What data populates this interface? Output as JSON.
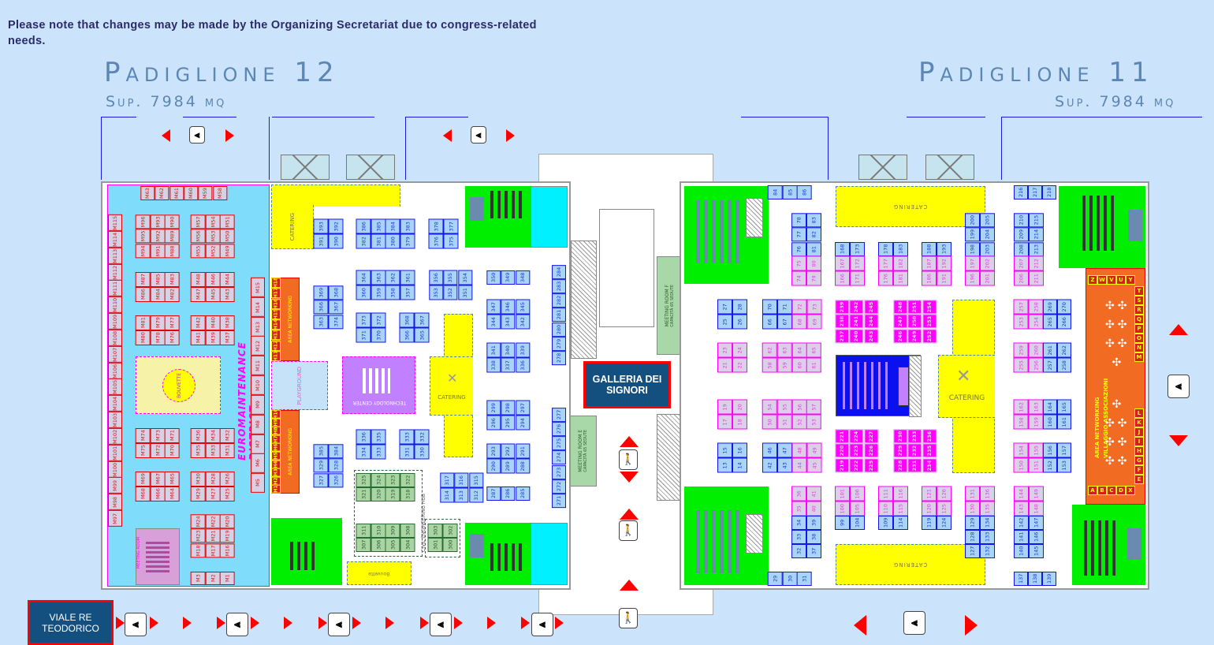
{
  "notice": "Please note that changes may be made by the Organizing Secretariat due to congress-related needs.",
  "hall12": {
    "title": "Padiglione 12",
    "area": "Sup. 7984 mq",
    "labels": {
      "district": "EUROMAINTENANCE DISTRICT",
      "catering": "CATERING",
      "catering2": "CATERING",
      "networking_top": "AREA NETWORKING",
      "networking_bottom": "AREA NETWORKING",
      "playground": "PLAYGROUND",
      "technology_center": "TECHNOLOGY CENTER",
      "civil_hub": "CIVIL ENGINEERING HUB",
      "bouvette": "Bouvette",
      "bouvette_lounge": "BOUVETTE",
      "meeting_room": "MEETING ROOM"
    },
    "blocks": {
      "e_top": [
        [
          "M63",
          "M62",
          "M61",
          "M60",
          "M59",
          "M58"
        ]
      ],
      "e_left": [
        [
          "M115"
        ],
        [
          "M114"
        ],
        [
          "M113"
        ],
        [
          "M112"
        ],
        [
          "M111"
        ],
        [
          "M110"
        ],
        [
          "M109"
        ],
        [
          "M108"
        ],
        [
          "M107"
        ],
        [
          "M106"
        ],
        [
          "M105"
        ],
        [
          "M104"
        ],
        [
          "M103"
        ],
        [
          "M102"
        ],
        [
          "M101"
        ],
        [
          "M100"
        ],
        [
          "M99"
        ],
        [
          "M98"
        ],
        [
          "M97"
        ]
      ],
      "e_b1": [
        [
          "M96",
          "M93",
          "M90"
        ],
        [
          "M95",
          "M92",
          "M89"
        ],
        [
          "M94",
          "M91",
          "M88"
        ]
      ],
      "e_b2": [
        [
          "M57",
          "M54",
          "M51"
        ],
        [
          "M56",
          "M53",
          "M50"
        ],
        [
          "M55",
          "M52",
          "M49"
        ]
      ],
      "e_b3": [
        [
          "M87",
          "M85",
          "M83"
        ],
        [
          "M86",
          "M84",
          "M82"
        ]
      ],
      "e_b4": [
        [
          "M48",
          "M46",
          "M44"
        ],
        [
          "M47",
          "M45",
          "M43"
        ]
      ],
      "e_b5": [
        [
          "M81",
          "M79",
          "M77"
        ],
        [
          "M80",
          "M78",
          "M76"
        ]
      ],
      "e_b6": [
        [
          "M42",
          "M40",
          "M38"
        ],
        [
          "M41",
          "M39",
          "M37"
        ]
      ],
      "e_b7": [
        [
          "M74",
          "M73",
          "M71"
        ],
        [
          "M75",
          "M72",
          "M70"
        ]
      ],
      "e_b8": [
        [
          "M36",
          "M34",
          "M32"
        ],
        [
          "M35",
          "M33",
          "M31"
        ]
      ],
      "e_b9": [
        [
          "M69",
          "M67",
          "M65"
        ],
        [
          "M68",
          "M66",
          "M64"
        ]
      ],
      "e_b10": [
        [
          "M30",
          "M28",
          "M26"
        ],
        [
          "M29",
          "M27",
          "M25"
        ]
      ],
      "e_b11": [
        [
          "M24",
          "M22",
          "M20"
        ],
        [
          "M23",
          "M21",
          "M19"
        ],
        [
          "M18",
          "M17",
          "M16"
        ]
      ],
      "e_bot": [
        [
          "M3",
          "M2",
          "M1"
        ]
      ],
      "e_right": [
        [
          "M15"
        ],
        [
          "M14"
        ],
        [
          "M13"
        ],
        [
          "M12"
        ],
        [
          "M11"
        ],
        [
          "M10"
        ],
        [
          "M9"
        ],
        [
          "M8"
        ],
        [
          "M7"
        ],
        [
          "M6"
        ],
        [
          "M5"
        ]
      ],
      "net_top": [
        [
          "H18"
        ],
        [
          "H17"
        ],
        [
          "H16"
        ],
        [
          "H15"
        ],
        [
          "H14"
        ],
        [
          "H13"
        ],
        [
          "H12"
        ],
        [
          "H11"
        ]
      ],
      "net_bot": [
        [
          "H10"
        ],
        [
          "H9"
        ],
        [
          "H8"
        ],
        [
          "H7"
        ],
        [
          "H6"
        ],
        [
          "H5"
        ],
        [
          "H4"
        ],
        [
          "H3"
        ],
        [
          "H2"
        ],
        [
          "H1"
        ]
      ],
      "b393": [
        [
          "393",
          "392"
        ],
        [
          "391",
          "390"
        ]
      ],
      "b389": [
        [
          "386",
          "385",
          "384",
          "383"
        ],
        [
          "382",
          "381",
          "380",
          "379"
        ]
      ],
      "b378": [
        [
          "378",
          "377"
        ],
        [
          "376",
          "375"
        ]
      ],
      "b369": [
        [
          "369",
          "368"
        ],
        [
          "366",
          "367"
        ],
        [
          "363",
          "374"
        ]
      ],
      "b364": [
        [
          "364",
          "363",
          "362",
          "361"
        ],
        [
          "360",
          "359",
          "358",
          "357"
        ]
      ],
      "b356": [
        [
          "356",
          "355",
          "354"
        ],
        [
          "353",
          "352",
          "351"
        ]
      ],
      "b373": [
        [
          "373",
          "372"
        ],
        [
          "371",
          "370"
        ]
      ],
      "b368": [
        [
          "368",
          "367"
        ],
        [
          "366",
          "365"
        ]
      ],
      "b350": [
        [
          "350",
          "349",
          "348"
        ]
      ],
      "b347": [
        [
          "347",
          "346",
          "345"
        ],
        [
          "344",
          "343",
          "342"
        ]
      ],
      "b341": [
        [
          "341",
          "340",
          "339"
        ],
        [
          "338",
          "337",
          "336"
        ]
      ],
      "b299": [
        [
          "299",
          "298",
          "297"
        ],
        [
          "296",
          "295",
          "294"
        ]
      ],
      "b293": [
        [
          "293",
          "292",
          "291"
        ],
        [
          "290",
          "289",
          "288"
        ]
      ],
      "b287": [
        [
          "287",
          "286",
          "285"
        ]
      ],
      "c284": [
        [
          "284"
        ],
        [
          "283"
        ],
        [
          "282"
        ],
        [
          "281"
        ],
        [
          "280"
        ],
        [
          "279"
        ],
        [
          "278"
        ]
      ],
      "c277": [
        [
          "277"
        ],
        [
          "276"
        ],
        [
          "275"
        ],
        [
          "274"
        ],
        [
          "273"
        ],
        [
          "272"
        ],
        [
          "271"
        ]
      ],
      "b385": [
        [
          "385",
          "384"
        ],
        [
          "329",
          "328"
        ],
        [
          "327",
          "326"
        ]
      ],
      "b336": [
        [
          "336",
          "335"
        ],
        [
          "334",
          "333"
        ]
      ],
      "b333": [
        [
          "333",
          "332"
        ],
        [
          "331",
          "330"
        ]
      ],
      "b317": [
        [
          "317",
          "316",
          "315"
        ],
        [
          "314",
          "313",
          "312"
        ]
      ],
      "civ1": [
        [
          "325",
          "324",
          "323",
          "322"
        ],
        [
          "321",
          "320",
          "319",
          "318"
        ]
      ],
      "civ2": [
        [
          "311",
          "310",
          "309",
          "308"
        ],
        [
          "307",
          "306",
          "305",
          "304"
        ]
      ],
      "civ3": [
        [
          "303",
          "302"
        ],
        [
          "301",
          "300"
        ]
      ]
    }
  },
  "gallery": {
    "name": "GALLERIA DEI SIGNORI",
    "meeting_f": "MEETING ROOM F",
    "meeting_f_capacity": "CAPACITÀ 65 SEDUTE",
    "meeting_e": "MEETING ROOM E",
    "meeting_e_capacity": "CAPACITÀ 65 SEDUTE"
  },
  "hall11": {
    "title": "Padiglione 11",
    "area": "Sup. 7984 mq",
    "labels": {
      "catering_top": "CATERING",
      "catering_mid": "CATERING",
      "catering_bottom": "CATERING",
      "networking": "AREA NETWORKING",
      "village": "VILLAGGIO ASSOCIAZIONI"
    },
    "blocks": {
      "b84": [
        [
          "84",
          "85",
          "86"
        ]
      ],
      "b78": [
        [
          "78",
          "83"
        ],
        [
          "77",
          "82"
        ],
        [
          "76",
          "81"
        ]
      ],
      "p75": [
        [
          "75",
          "80"
        ],
        [
          "74",
          "79"
        ]
      ],
      "b168": [
        [
          "168",
          "173"
        ]
      ],
      "p167": [
        [
          "167",
          "172"
        ],
        [
          "166",
          "171"
        ]
      ],
      "b178": [
        [
          "178",
          "183"
        ]
      ],
      "p177": [
        [
          "177",
          "182"
        ],
        [
          "176",
          "181"
        ]
      ],
      "b188": [
        [
          "188",
          "193"
        ]
      ],
      "p187": [
        [
          "187",
          "192"
        ],
        [
          "186",
          "191"
        ]
      ],
      "b200": [
        [
          "200",
          "205"
        ],
        [
          "199",
          "204"
        ],
        [
          "198",
          "203"
        ]
      ],
      "p197": [
        [
          "197",
          "202"
        ],
        [
          "196",
          "201"
        ]
      ],
      "b216": [
        [
          "216",
          "217",
          "218"
        ]
      ],
      "b210": [
        [
          "210",
          "215"
        ],
        [
          "209",
          "214"
        ],
        [
          "208",
          "213"
        ]
      ],
      "p207": [
        [
          "207",
          "212"
        ],
        [
          "206",
          "211"
        ]
      ],
      "b27": [
        [
          "27",
          "28"
        ],
        [
          "25",
          "26"
        ]
      ],
      "b70": [
        [
          "70",
          "71"
        ],
        [
          "66",
          "67"
        ]
      ],
      "p72": [
        [
          "72",
          "73"
        ],
        [
          "68",
          "69"
        ]
      ],
      "m239": [
        [
          "239",
          "242",
          "245"
        ],
        [
          "238",
          "241",
          "244"
        ],
        [
          "237",
          "240",
          "243"
        ]
      ],
      "m248": [
        [
          "248",
          "251",
          "254"
        ],
        [
          "247",
          "250",
          "253"
        ],
        [
          "246",
          "249",
          "252"
        ]
      ],
      "p23": [
        [
          "23",
          "24"
        ],
        [
          "21",
          "22"
        ]
      ],
      "p62": [
        [
          "62",
          "63",
          "64",
          "65"
        ],
        [
          "58",
          "59",
          "60",
          "61"
        ]
      ],
      "p19": [
        [
          "19",
          "20"
        ],
        [
          "17",
          "18"
        ]
      ],
      "p54": [
        [
          "54",
          "55",
          "56",
          "57"
        ],
        [
          "50",
          "51",
          "52",
          "53"
        ]
      ],
      "b15": [
        [
          "15",
          "16"
        ],
        [
          "13",
          "14"
        ]
      ],
      "b46": [
        [
          "46",
          "47"
        ],
        [
          "42",
          "43"
        ]
      ],
      "p48": [
        [
          "48",
          "49"
        ],
        [
          "44",
          "45"
        ]
      ],
      "m221": [
        [
          "221",
          "224",
          "227"
        ],
        [
          "220",
          "223",
          "226"
        ],
        [
          "219",
          "222",
          "225"
        ]
      ],
      "m230": [
        [
          "230",
          "233",
          "236"
        ],
        [
          "229",
          "232",
          "235"
        ],
        [
          "228",
          "231",
          "234"
        ]
      ],
      "p36": [
        [
          "36",
          "41"
        ],
        [
          "35",
          "40"
        ]
      ],
      "b34": [
        [
          "34",
          "39"
        ],
        [
          "33",
          "38"
        ],
        [
          "32",
          "37"
        ]
      ],
      "p101": [
        [
          "101",
          "106"
        ],
        [
          "100",
          "105"
        ]
      ],
      "b99": [
        [
          "99",
          "104"
        ]
      ],
      "p111": [
        [
          "111",
          "116"
        ],
        [
          "110",
          "115"
        ]
      ],
      "b109": [
        [
          "109",
          "114"
        ]
      ],
      "p121": [
        [
          "121",
          "126"
        ],
        [
          "120",
          "125"
        ]
      ],
      "b119": [
        [
          "119",
          "124"
        ]
      ],
      "p131": [
        [
          "131",
          "136"
        ],
        [
          "130",
          "135"
        ]
      ],
      "b129": [
        [
          "129",
          "134"
        ],
        [
          "128",
          "133"
        ],
        [
          "127",
          "132"
        ]
      ],
      "p144": [
        [
          "144",
          "149"
        ],
        [
          "143",
          "148"
        ]
      ],
      "b142": [
        [
          "142",
          "147"
        ],
        [
          "141",
          "146"
        ],
        [
          "140",
          "145"
        ]
      ],
      "b29": [
        [
          "29",
          "30",
          "31"
        ]
      ],
      "b137": [
        [
          "137",
          "138",
          "139"
        ]
      ],
      "p257": [
        [
          "257",
          "258"
        ],
        [
          "253",
          "254"
        ]
      ],
      "b269": [
        [
          "269",
          "270"
        ],
        [
          "265",
          "266"
        ]
      ],
      "p259": [
        [
          "259",
          "260"
        ],
        [
          "255",
          "256"
        ]
      ],
      "b261": [
        [
          "261",
          "262"
        ],
        [
          "257",
          "258"
        ]
      ],
      "p162": [
        [
          "162",
          "163"
        ],
        [
          "158",
          "159"
        ]
      ],
      "b164": [
        [
          "164",
          "165"
        ],
        [
          "160",
          "161"
        ]
      ],
      "p154": [
        [
          "154",
          "155"
        ],
        [
          "150",
          "151"
        ]
      ],
      "b156": [
        [
          "156",
          "157"
        ],
        [
          "152",
          "153"
        ]
      ],
      "l_top": [
        [
          "Z",
          "W",
          "V",
          "U",
          "Y"
        ]
      ],
      "l_right1": [
        [
          "T"
        ],
        [
          "S"
        ],
        [
          "R"
        ],
        [
          "Q"
        ],
        [
          "P"
        ],
        [
          "O"
        ],
        [
          "N"
        ],
        [
          "M"
        ]
      ],
      "l_right2": [
        [
          "L"
        ],
        [
          "K"
        ],
        [
          "J"
        ],
        [
          "I"
        ],
        [
          "H"
        ],
        [
          "G"
        ],
        [
          "F"
        ],
        [
          "E"
        ]
      ],
      "l_bot": [
        [
          "A",
          "B",
          "C",
          "D",
          "X"
        ]
      ]
    }
  },
  "street": "VIALE RE TEODORICO",
  "icons": {
    "exit": "emergency-exit-icon",
    "arrow": "direction-arrow-icon"
  },
  "colors": {
    "background": "#cce4fb",
    "galleria": "#14507f",
    "stand_blue": "#a9d4f5",
    "stand_pink": "#dcd0e8",
    "accent_red": "#ff0000"
  }
}
